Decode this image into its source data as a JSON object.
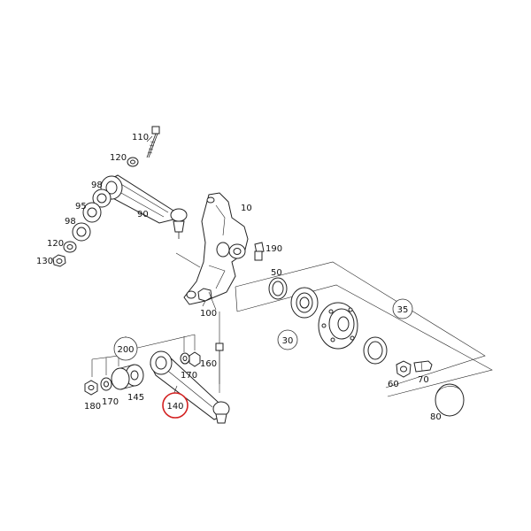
{
  "highlight_color": "#d32020",
  "labels": {
    "l110": "110",
    "l120a": "120",
    "l98a": "98",
    "l95": "95",
    "l98b": "98",
    "l90": "90",
    "l120b": "120",
    "l130": "130",
    "l10": "10",
    "l190": "190",
    "l100": "100",
    "l50": "50",
    "l35": "35",
    "l30": "30",
    "l200": "200",
    "l170a": "170",
    "l160": "160",
    "l180": "180",
    "l170b": "170",
    "l145": "145",
    "l140": "140",
    "l60": "60",
    "l70": "70",
    "l80": "80"
  }
}
